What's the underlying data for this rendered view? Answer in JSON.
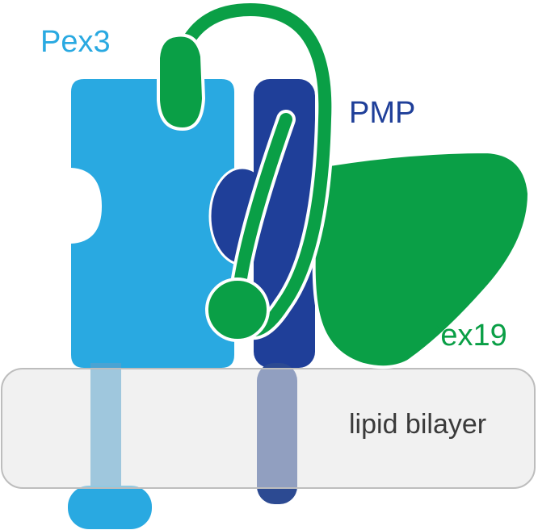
{
  "labels": {
    "pex3": "Pex3",
    "pmp": "PMP",
    "pex19": "Pex19",
    "bilayer": "lipid bilayer"
  },
  "colors": {
    "pex3": "#29a9e1",
    "pex3_transmembrane": "#4aa3d3",
    "pmp": "#1f3f99",
    "pmp_transmembrane": "#2c4a92",
    "pex19": "#0a9f46",
    "bilayer_fill": "#e6e6e6",
    "bilayer_stroke": "#bdbdbd",
    "bilayer_text": "#3a3a3a",
    "background": "#ffffff"
  }
}
